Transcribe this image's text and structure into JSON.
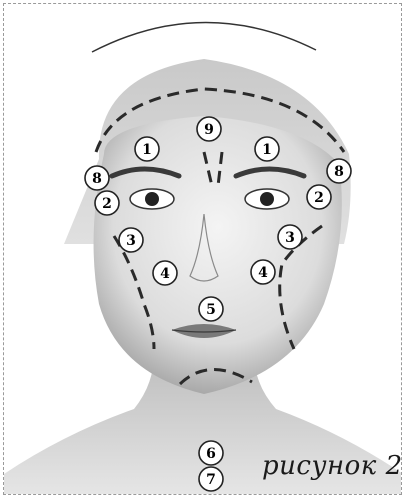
{
  "caption": "рисунок 2",
  "markers": [
    "1",
    "1",
    "9",
    "8",
    "8",
    "2",
    "2",
    "3",
    "3",
    "4",
    "4",
    "5",
    "6",
    "7"
  ]
}
